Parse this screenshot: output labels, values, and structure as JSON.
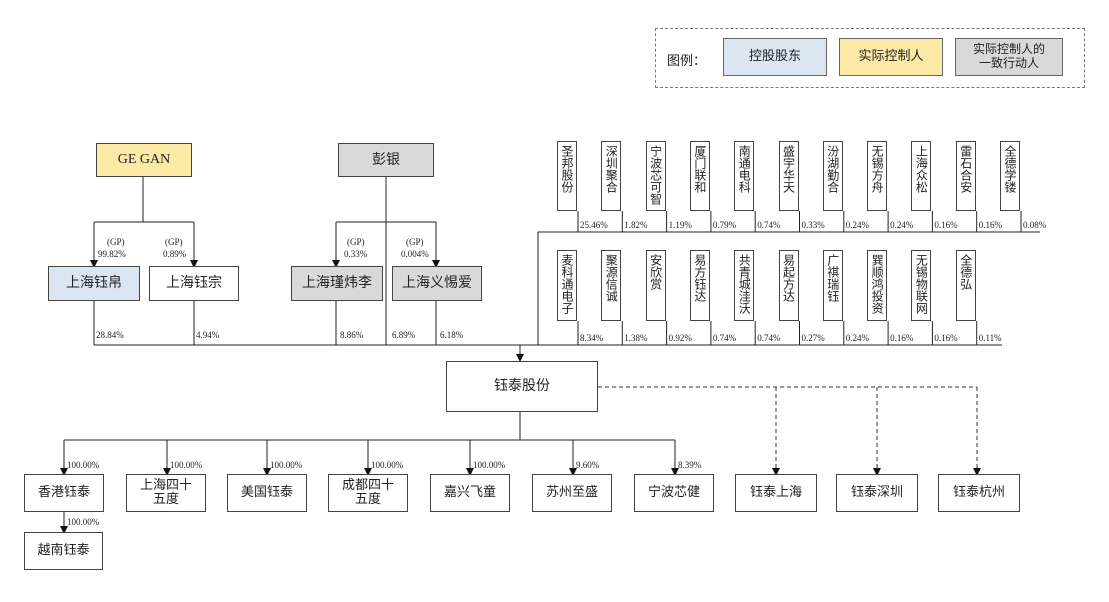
{
  "legend": {
    "title": "图例：",
    "controlling_shareholder": "控股股东",
    "actual_controller": "实际控制人",
    "concert_party": "实际控制人的\n一致行动人",
    "colors": {
      "controlling": "#dce6f2",
      "actual": "#fde9a6",
      "concert": "#d9d9d9"
    }
  },
  "top": {
    "ge_gan": "GE GAN",
    "peng_yin": "彭银"
  },
  "holders": {
    "yuanbo": "上海钰帛",
    "yuanzong": "上海钰宗",
    "jinweili": "上海瑾炜李",
    "yiyangai": "上海义惕爱"
  },
  "gp_labels": {
    "yuanbo": {
      "gp": "(GP)",
      "pct": "99.82%"
    },
    "yuanzong": {
      "gp": "(GP)",
      "pct": "0.89%"
    },
    "jinweili": {
      "gp": "(GP)",
      "pct": "0.33%"
    },
    "yiyangai": {
      "gp": "(GP)",
      "pct": "0.004%"
    }
  },
  "holder_pcts": {
    "yuanbo": "28.84%",
    "yuanzong": "4.94%",
    "jinweili": "8.86%",
    "peng": "6.89%",
    "yiyangai": "6.18%"
  },
  "investors_row1": [
    {
      "name": "圣邦股份",
      "pct": "25.46%"
    },
    {
      "name": "深圳聚合",
      "pct": "1.82%"
    },
    {
      "name": "宁波芯可智",
      "pct": "1.19%"
    },
    {
      "name": "厦门联和",
      "pct": "0.79%"
    },
    {
      "name": "南通电科",
      "pct": "0.74%"
    },
    {
      "name": "盛宇华天",
      "pct": "0.33%"
    },
    {
      "name": "汾湖勤合",
      "pct": "0.24%"
    },
    {
      "name": "无锡方舟",
      "pct": "0.24%"
    },
    {
      "name": "上海众松",
      "pct": "0.16%"
    },
    {
      "name": "雷石合安",
      "pct": "0.16%"
    },
    {
      "name": "全德学镂",
      "pct": "0.08%"
    }
  ],
  "investors_row2": [
    {
      "name": "麦科通电子",
      "pct": "8.34%"
    },
    {
      "name": "聚源信诚",
      "pct": "1.38%"
    },
    {
      "name": "安欣赏",
      "pct": "0.92%"
    },
    {
      "name": "易方钰达",
      "pct": "0.74%"
    },
    {
      "name": "共青城洼沃",
      "pct": "0.74%"
    },
    {
      "name": "易起方达",
      "pct": "0.27%"
    },
    {
      "name": "广祺瑞钰",
      "pct": "0.24%"
    },
    {
      "name": "巽顺鸿投资",
      "pct": "0.16%"
    },
    {
      "name": "无锡物联网",
      "pct": "0.16%"
    },
    {
      "name": "全德弘",
      "pct": "0.11%"
    }
  ],
  "company": "钰泰股份",
  "subsidiaries": [
    {
      "name": "香港钰泰",
      "pct": "100.00%"
    },
    {
      "name": "上海四十\n五度",
      "pct": "100.00%"
    },
    {
      "name": "美国钰泰",
      "pct": "100.00%"
    },
    {
      "name": "成都四十\n五度",
      "pct": "100.00%"
    },
    {
      "name": "嘉兴飞童",
      "pct": "100.00%"
    },
    {
      "name": "苏州至盛",
      "pct": "9.60%"
    },
    {
      "name": "宁波芯健",
      "pct": "8.39%"
    }
  ],
  "vietnam": {
    "name": "越南钰泰",
    "pct": "100.00%"
  },
  "branches": [
    "钰泰上海",
    "钰泰深圳",
    "钰泰杭州"
  ]
}
